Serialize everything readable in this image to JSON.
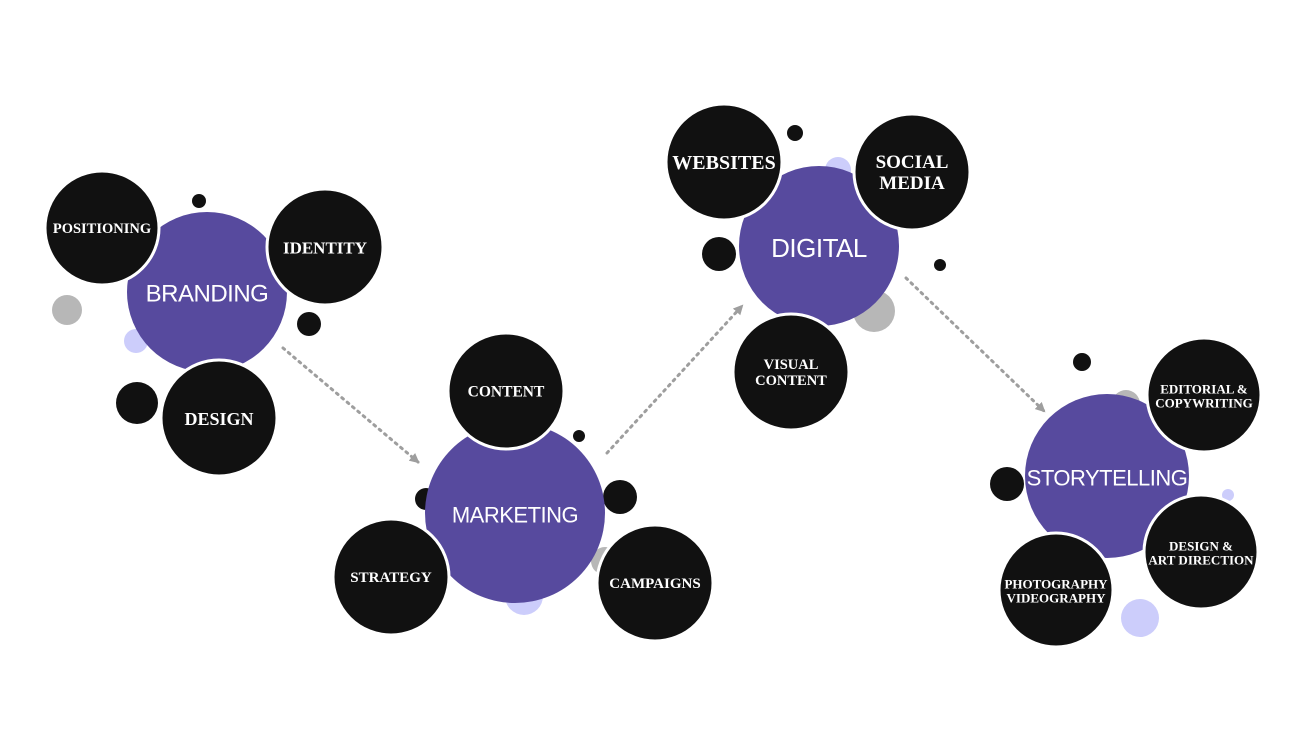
{
  "colors": {
    "primary": "#574a9e",
    "dark": "#111111",
    "grey": "#b7b7b7",
    "lavender": "#cccdfb",
    "arrow": "#9e9e9e",
    "text": "#ffffff"
  },
  "diagram": {
    "hubs": [
      {
        "id": "branding",
        "label": "BRANDING",
        "satellites": [
          {
            "id": "positioning",
            "lines": [
              "POSITIONING"
            ]
          },
          {
            "id": "identity",
            "lines": [
              "IDENTITY"
            ]
          },
          {
            "id": "design",
            "lines": [
              "DESIGN"
            ]
          }
        ]
      },
      {
        "id": "marketing",
        "label": "MARKETING",
        "satellites": [
          {
            "id": "content",
            "lines": [
              "CONTENT"
            ]
          },
          {
            "id": "strategy",
            "lines": [
              "STRATEGY"
            ]
          },
          {
            "id": "campaigns",
            "lines": [
              "CAMPAIGNS"
            ]
          }
        ]
      },
      {
        "id": "digital",
        "label": "DIGITAL",
        "satellites": [
          {
            "id": "websites",
            "lines": [
              "WEBSITES"
            ]
          },
          {
            "id": "social-media",
            "lines": [
              "SOCIAL",
              "MEDIA"
            ]
          },
          {
            "id": "visual-content",
            "lines": [
              "VISUAL",
              "CONTENT"
            ]
          }
        ]
      },
      {
        "id": "storytelling",
        "label": "STORYTELLING",
        "satellites": [
          {
            "id": "editorial",
            "lines": [
              "EDITORIAL &",
              "COPYWRITING"
            ]
          },
          {
            "id": "design-art",
            "lines": [
              "DESIGN &",
              "ART DIRECTION"
            ]
          },
          {
            "id": "photo-video",
            "lines": [
              "PHOTOGRAPHY",
              "VIDEOGRAPHY"
            ]
          }
        ]
      }
    ]
  }
}
